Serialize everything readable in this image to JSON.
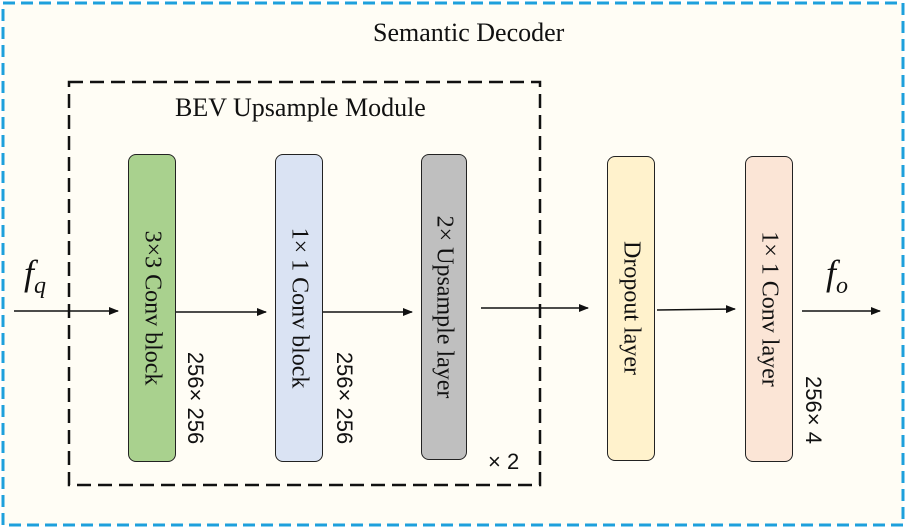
{
  "outer_title": "Semantic Decoder",
  "module_title": "BEV Upsample Module",
  "input_symbol": {
    "base": "f",
    "sub": "q"
  },
  "output_symbol": {
    "base": "f",
    "sub": "o"
  },
  "repeat_label": "× 2",
  "blocks": [
    {
      "label": "3×3 Conv block",
      "dims": "256× 256",
      "color": "#a9d18e"
    },
    {
      "label": "1× 1 Conv block",
      "dims": "256× 256",
      "color": "#dae3f3"
    },
    {
      "label": "2× Upsample layer",
      "dims": "",
      "color": "#bfbfbf"
    },
    {
      "label": "Dropout layer",
      "dims": "",
      "color": "#fff2cc"
    },
    {
      "label": "1× 1 Conv layer",
      "dims": "256× 4",
      "color": "#fbe5d6"
    }
  ],
  "colors": {
    "outer_border": "#1ea0dc",
    "outer_fill": "#fffdf5",
    "inner_border": "#111111"
  }
}
